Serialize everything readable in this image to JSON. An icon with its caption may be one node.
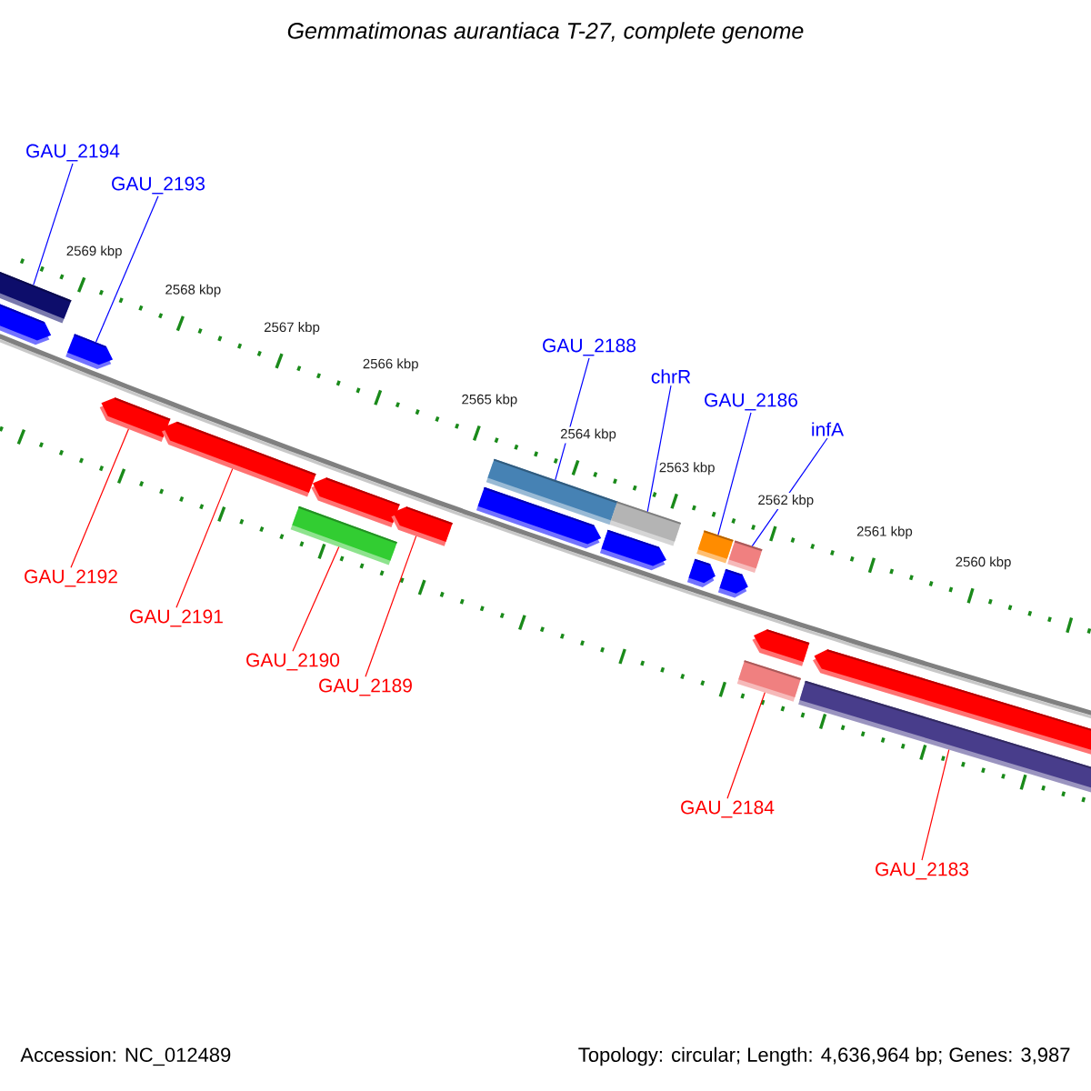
{
  "diagram": {
    "title": "Gemmatimonas aurantiaca T-27, complete genome",
    "nodes": [
      {
        "text": [
          "GAU_2194"
        ]
      },
      {
        "text": [
          "GAU_2193"
        ]
      },
      {
        "text": [
          "GAU_2188"
        ]
      },
      {
        "text": [
          "chrR"
        ]
      },
      {
        "text": [
          "GAU_2186"
        ]
      },
      {
        "text": [
          "infA"
        ]
      },
      {
        "text": [
          "GAU_2192"
        ]
      },
      {
        "text": [
          "GAU_2191"
        ]
      },
      {
        "text": [
          "GAU_2190"
        ]
      },
      {
        "text": [
          "GAU_2189"
        ]
      },
      {
        "text": [
          "GAU_2184"
        ]
      },
      {
        "text": [
          "GAU_2183"
        ]
      },
      {
        "text": [],
        "shape": "box"
      },
      {
        "text": [],
        "shape": "arrow"
      },
      {
        "text": [],
        "shape": "arrow"
      },
      {
        "text": [],
        "shape": "arrow"
      },
      {
        "text": [],
        "shape": "arrow"
      },
      {
        "text": [],
        "shape": "box"
      },
      {
        "text": [],
        "shape": "arrow"
      },
      {
        "text": [],
        "shape": "arrow"
      },
      {
        "text": [],
        "shape": "arrow"
      },
      {
        "text": [],
        "shape": "box"
      },
      {
        "text": [],
        "shape": "arrow"
      },
      {
        "text": [],
        "shape": "box"
      },
      {
        "text": [],
        "shape": "arrow"
      },
      {
        "text": [],
        "shape": "box"
      },
      {
        "text": [],
        "shape": "arrow"
      },
      {
        "text": [],
        "shape": "box"
      },
      {
        "text": [],
        "shape": "box"
      },
      {
        "text": [],
        "shape": "arrow"
      },
      {
        "text": [],
        "shape": "arrow"
      },
      {
        "text": [],
        "shape": "box"
      }
    ],
    "edges": [
      {
        "from": 0,
        "to": 12,
        "arrow": "none",
        "color": "#0000ff"
      },
      {
        "from": 1,
        "to": 14,
        "arrow": "none",
        "color": "#0000ff"
      },
      {
        "from": 2,
        "to": 21,
        "arrow": "none",
        "color": "#0000ff"
      },
      {
        "from": 3,
        "to": 23,
        "arrow": "none",
        "color": "#0000ff"
      },
      {
        "from": 4,
        "to": 25,
        "arrow": "none",
        "color": "#0000ff"
      },
      {
        "from": 5,
        "to": 27,
        "arrow": "none",
        "color": "#0000ff"
      },
      {
        "from": 6,
        "to": 15,
        "arrow": "none",
        "color": "#ff0000"
      },
      {
        "from": 7,
        "to": 16,
        "arrow": "none",
        "color": "#ff0000"
      },
      {
        "from": 8,
        "to": 17,
        "arrow": "none",
        "color": "#ff0000"
      },
      {
        "from": 9,
        "to": 19,
        "arrow": "none",
        "color": "#ff0000"
      },
      {
        "from": 10,
        "to": 28,
        "arrow": "none",
        "color": "#ff0000"
      },
      {
        "from": 11,
        "to": 31,
        "arrow": "none",
        "color": "#ff0000"
      }
    ],
    "labels": [
      "2569 kbp",
      "2568 kbp",
      "2567 kbp",
      "2566 kbp",
      "2565 kbp",
      "2564 kbp",
      "2563 kbp",
      "2562 kbp",
      "2561 kbp",
      "2560 kbp",
      "Accession: NC_012489",
      "Topology: circular; Length: 4,636,964 bp; Genes: 3,987"
    ]
  }
}
